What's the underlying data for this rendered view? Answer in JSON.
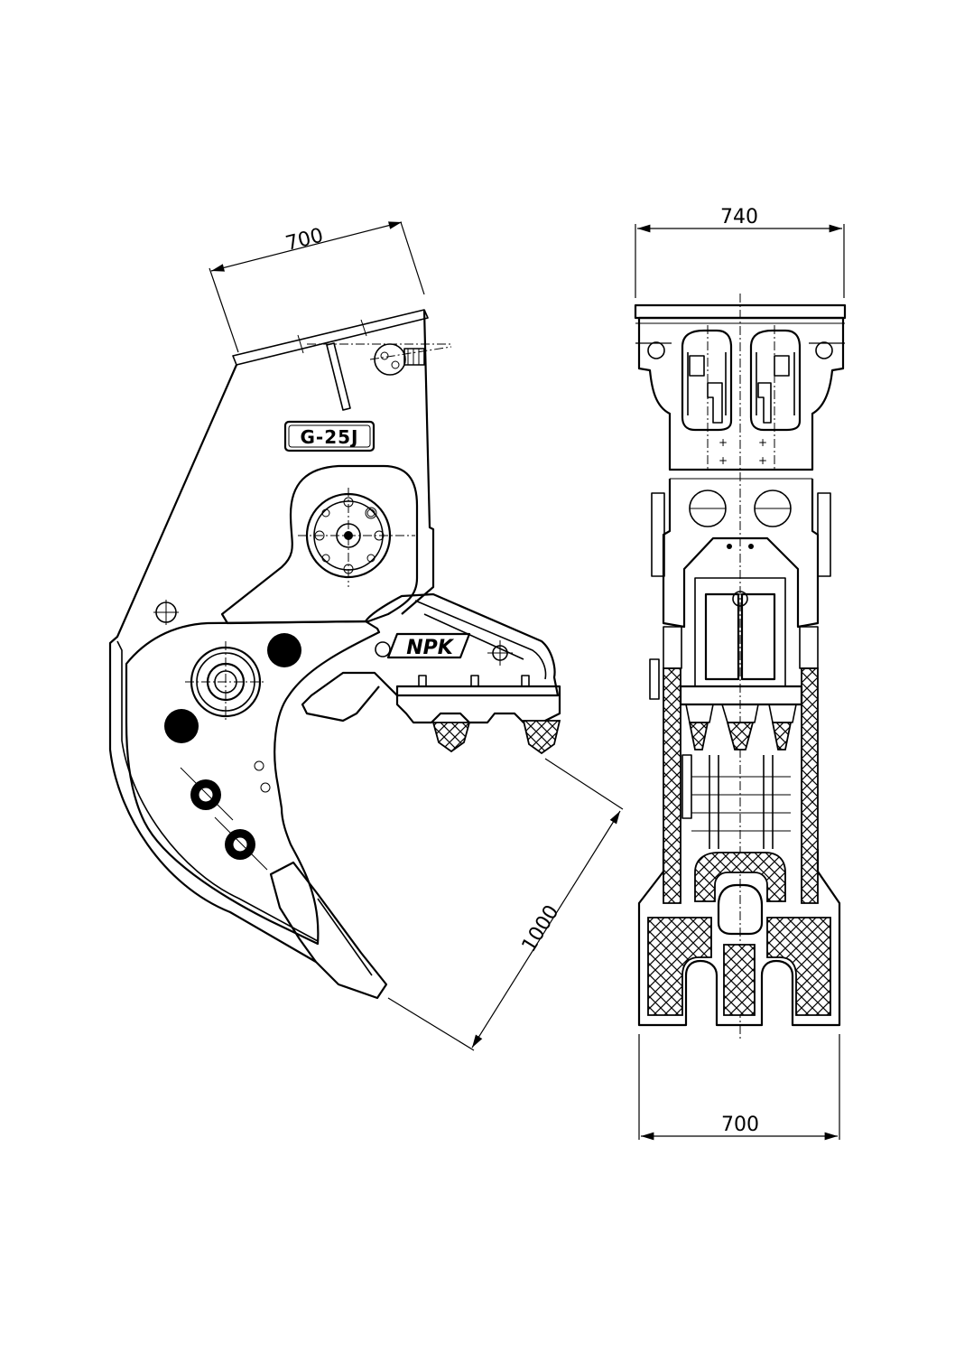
{
  "drawing": {
    "model_label": "G-25J",
    "brand_label": "NPK",
    "dimensions": {
      "side_top_width": "700",
      "side_jaw_reach": "1000",
      "front_top_width": "740",
      "front_bottom_width": "700"
    }
  }
}
